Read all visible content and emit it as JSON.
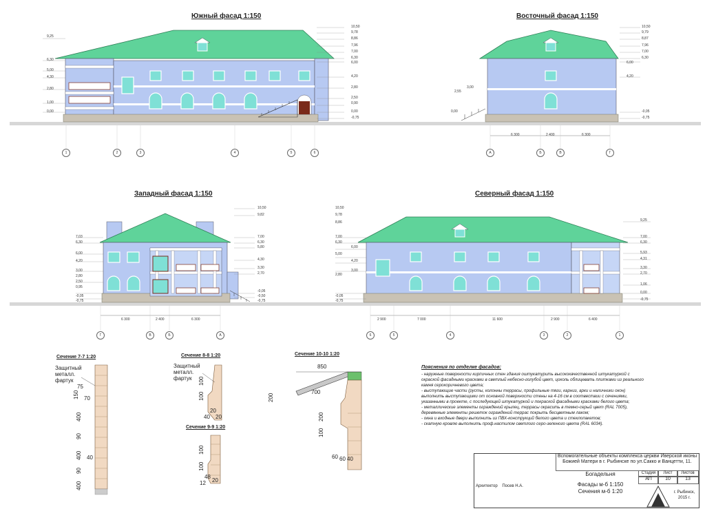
{
  "facades": [
    {
      "title": "Южный фасад   1:150"
    },
    {
      "title": "Восточный фасад   1:150"
    },
    {
      "title": "Западный фасад   1:150"
    },
    {
      "title": "Северный фасад   1:150"
    }
  ],
  "south_levels": [
    "10,50",
    "9,78",
    "8,86",
    "7,96",
    "7,00",
    "6,30",
    "6,00",
    "4,20",
    "2,80",
    "2,50",
    "0,90",
    "0,00",
    "-0,75"
  ],
  "south_left_levels": [
    "9,25",
    "6,30",
    "5,00",
    "4,30",
    "2,80",
    "1,00",
    "0,00"
  ],
  "east_levels": [
    "10,50",
    "9,79",
    "8,87",
    "7,96",
    "7,00",
    "6,30",
    "6,00",
    "4,20",
    "3,00",
    "2,55",
    "0,00",
    "-0,05",
    "-0,75"
  ],
  "west_levels": [
    "10,50",
    "9,82",
    "7,00",
    "6,30",
    "5,80",
    "4,30",
    "3,30",
    "2,70",
    "-0,05",
    "-0,50",
    "-0,75"
  ],
  "west_left_levels": [
    "7,03",
    "6,30",
    "6,00",
    "4,20",
    "3,00",
    "2,80",
    "2,50",
    "0,95",
    "-0,05",
    "-0,75"
  ],
  "north_levels": [
    "9,25",
    "7,00",
    "6,30",
    "5,93",
    "4,31",
    "3,30",
    "2,70",
    "1,06",
    "0,00",
    "-0,75"
  ],
  "north_left_levels": [
    "10,50",
    "9,78",
    "8,86",
    "7,00",
    "6,30",
    "6,00",
    "5,00",
    "4,20",
    "3,00",
    "2,80",
    "-0,05",
    "-0,75"
  ],
  "south_axes": [
    "1",
    "2",
    "3",
    "4",
    "5",
    "6"
  ],
  "east_axes": [
    "А",
    "Б",
    "В",
    "Г"
  ],
  "east_dims": [
    "6 300",
    "2 400",
    "6 300"
  ],
  "west_axes": [
    "Г",
    "В",
    "Б",
    "А"
  ],
  "west_dims": [
    "6 300",
    "2 400",
    "6 300"
  ],
  "north_axes": [
    "6",
    "5",
    "4",
    "3",
    "2",
    "1"
  ],
  "north_dims": [
    "2 900",
    "7 000",
    "11 600",
    "2 900",
    "6 400"
  ],
  "sections": {
    "s77": {
      "title": "Сечение 7-7   1:20",
      "label": "Защитный металл. фартук",
      "dims": [
        "75",
        "150",
        "70",
        "400",
        "90",
        "400",
        "40",
        "90",
        "400"
      ]
    },
    "s88": {
      "title": "Сечение 8-8   1:20",
      "label": "Защитный металл. фартук",
      "dims": [
        "100",
        "100",
        "20",
        "40",
        "20"
      ]
    },
    "s99": {
      "title": "Сечение 9-9   1:20",
      "dims": [
        "100",
        "100",
        "48",
        "12",
        "20"
      ]
    },
    "s1010": {
      "title": "Сечение 10-10   1:20",
      "dims": [
        "850",
        "700",
        "200",
        "200",
        "100",
        "60",
        "60",
        "40"
      ]
    }
  },
  "notes": {
    "title": "Пояснения по отделке фасадов:",
    "lines": [
      "- наружные поверхности кирпичных стен здания оштукатурить высококачественной штукатуркой с",
      "окраской фасадными красками в светлый небесно-голубой цвет, цоколь облицевать плитками из реального",
      "камня серокоричневого цвета;",
      "- выступающие части (русты, колонны террасы, профильные тяги, карниз, арки и наличники окон)",
      "выполнить выступающими от основной поверхности стены на 4-16 см в соотвествии с сечениями,",
      "указанными в проекте, с последующей штукатуркой и покраской фасадными красками белого цвета;",
      "- металлические элементы ограждений крылец, террасы окрасить в темно-серый цвет (RAL 7005),",
      "деревянные элементы решеток ограждений террас покрыть бесцветным лаком;",
      "- окна и входные двери выполнить из ПВХ-конструкций белого цвета и стеклопакетов;",
      "- скатную кровлю выполнить проф.настилом светлого серо-зеленого цвета (RAL 6034)."
    ]
  },
  "stamp": {
    "project": "Вспомогательные объекты комплекса церкви Иверской иконы Божией Матери в г. Рыбинске по ул.Сакко и Ванцетти, 11.",
    "stage_h": "Стадия",
    "sheet_h": "Лист",
    "sheets_h": "Листов",
    "stage": "АП",
    "sheet": "10",
    "sheets": "13",
    "role": "Архитектор",
    "name": "Посев Н.А.",
    "building": "Богадельня",
    "sheet_title1": "Фасады м-б 1:150",
    "sheet_title2": "Сечения м-б 1:20",
    "city": "г. Рыбинск, 2015 г."
  },
  "colors": {
    "roof": "#5fd39a",
    "wall": "#b7c9f2",
    "plinth": "#c9c2b4",
    "window": "#7fe0d6",
    "trim": "#ffffff",
    "door": "#7a2a1a"
  }
}
